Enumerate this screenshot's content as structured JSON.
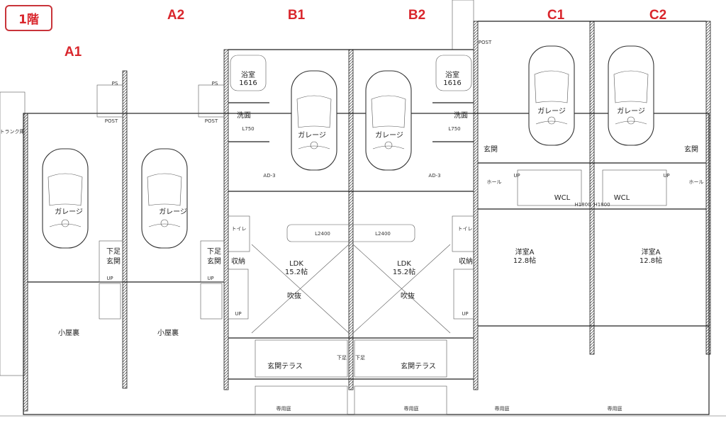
{
  "floor_label": "1階",
  "units": {
    "a1": "A1",
    "a2": "A2",
    "b1": "B1",
    "b2": "B2",
    "c1": "C1",
    "c2": "C2"
  },
  "rooms": {
    "garage": "ガレージ",
    "shoe": "下足",
    "entrance": "玄関",
    "attic": "小屋裏",
    "bath": "浴室",
    "bath_size": "1616",
    "washroom": "洗面",
    "l750": "L750",
    "toilet": "トイレ",
    "storage": "収納",
    "ldk": "LDK",
    "ldk_size": "15.2帖",
    "atrium": "吹抜",
    "entrance_terrace": "玄関テラス",
    "private_garden": "専用庭",
    "kitchen": "L2400",
    "hall": "ホール",
    "wcl": "WCL",
    "western_room": "洋室A",
    "western_size": "12.8帖",
    "h1800": "H1800",
    "up": "UP",
    "post": "POST",
    "ps": "PS",
    "ad3": "AD-3",
    "trunk_room": "トランク庫"
  }
}
